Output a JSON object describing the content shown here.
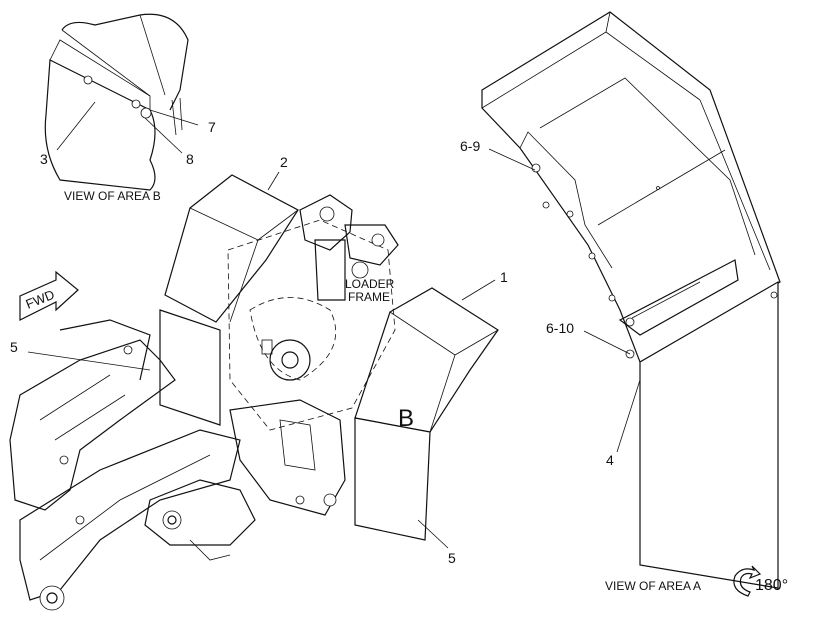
{
  "views": {
    "area_b_caption": "VIEW OF AREA B",
    "area_a_caption": "VIEW OF AREA A",
    "rotation": "180°"
  },
  "labels": {
    "fwd": "FWD",
    "loader_frame_line1": "LOADER",
    "loader_frame_line2": "FRAME",
    "area_b_marker": "B"
  },
  "callouts": {
    "c1": "1",
    "c2": "2",
    "c3": "3",
    "c4": "4",
    "c5_left": "5",
    "c5_bottom": "5",
    "c7": "7",
    "c8": "8",
    "c6_9": "6-9",
    "c6_10": "6-10"
  }
}
